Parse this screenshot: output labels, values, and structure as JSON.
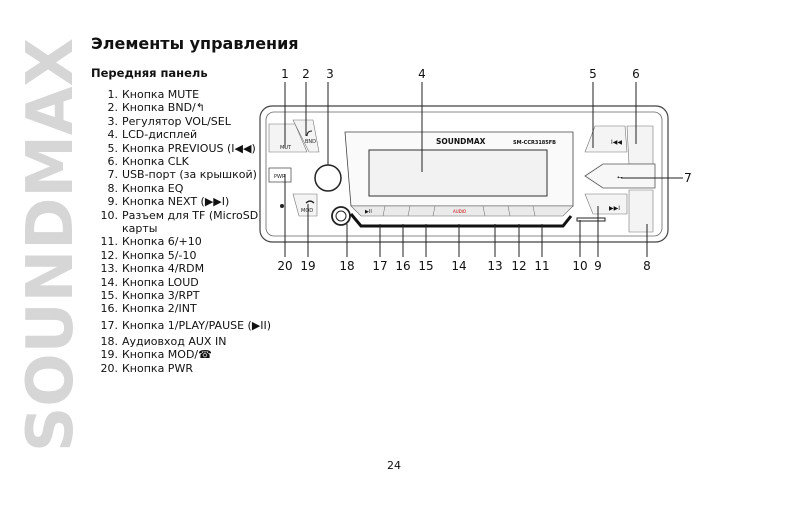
{
  "brand": "SOUNDMAX",
  "title": "Элементы управления",
  "subtitle": "Передняя панель",
  "legend": [
    {
      "num": "1",
      "text": "Кнопка MUTE"
    },
    {
      "num": "2",
      "text": "Кнопка BND/↰"
    },
    {
      "num": "3",
      "text": "Регулятор VOL/SEL"
    },
    {
      "num": "4",
      "text": "LCD-дисплей"
    },
    {
      "num": "5",
      "text": "Кнопка PREVIOUS (I◀◀)"
    },
    {
      "num": "6",
      "text": "Кнопка CLK"
    },
    {
      "num": "7",
      "text": "USB-порт (за крышкой)"
    },
    {
      "num": "8",
      "text": "Кнопка EQ"
    },
    {
      "num": "9",
      "text": "Кнопка NEXT (▶▶I)"
    },
    {
      "num": "10",
      "text": "Разъем для TF (MicroSD) карты"
    },
    {
      "num": "11",
      "text": "Кнопка 6/+10"
    },
    {
      "num": "12",
      "text": "Кнопка 5/-10"
    },
    {
      "num": "13",
      "text": "Кнопка 4/RDM"
    },
    {
      "num": "14",
      "text": "Кнопка LOUD"
    },
    {
      "num": "15",
      "text": "Кнопка 3/RPT"
    },
    {
      "num": "16",
      "text": "Кнопка 2/INT"
    },
    {
      "num": "17",
      "text": "Кнопка 1/PLAY/PAUSE (▶II)"
    },
    {
      "num": "18",
      "text": "Аудиовход AUX IN"
    },
    {
      "num": "19",
      "text": "Кнопка MOD/☎"
    },
    {
      "num": "20",
      "text": "Кнопка PWR"
    }
  ],
  "panel": {
    "brand": "SOUNDMAX",
    "model": "SM-CCR3185FB",
    "labels": {
      "mute": "MUT",
      "bnd": "BND",
      "pwr": "PWR",
      "mod": "MOD",
      "audio": "AUDIO"
    }
  },
  "callouts_top": [
    "1",
    "2",
    "3",
    "4",
    "5",
    "6"
  ],
  "callout_right": "7",
  "callouts_bottom": [
    "20",
    "19",
    "18",
    "17",
    "16",
    "15",
    "14",
    "13",
    "12",
    "11",
    "10",
    "9",
    "8"
  ],
  "page_number": "24"
}
